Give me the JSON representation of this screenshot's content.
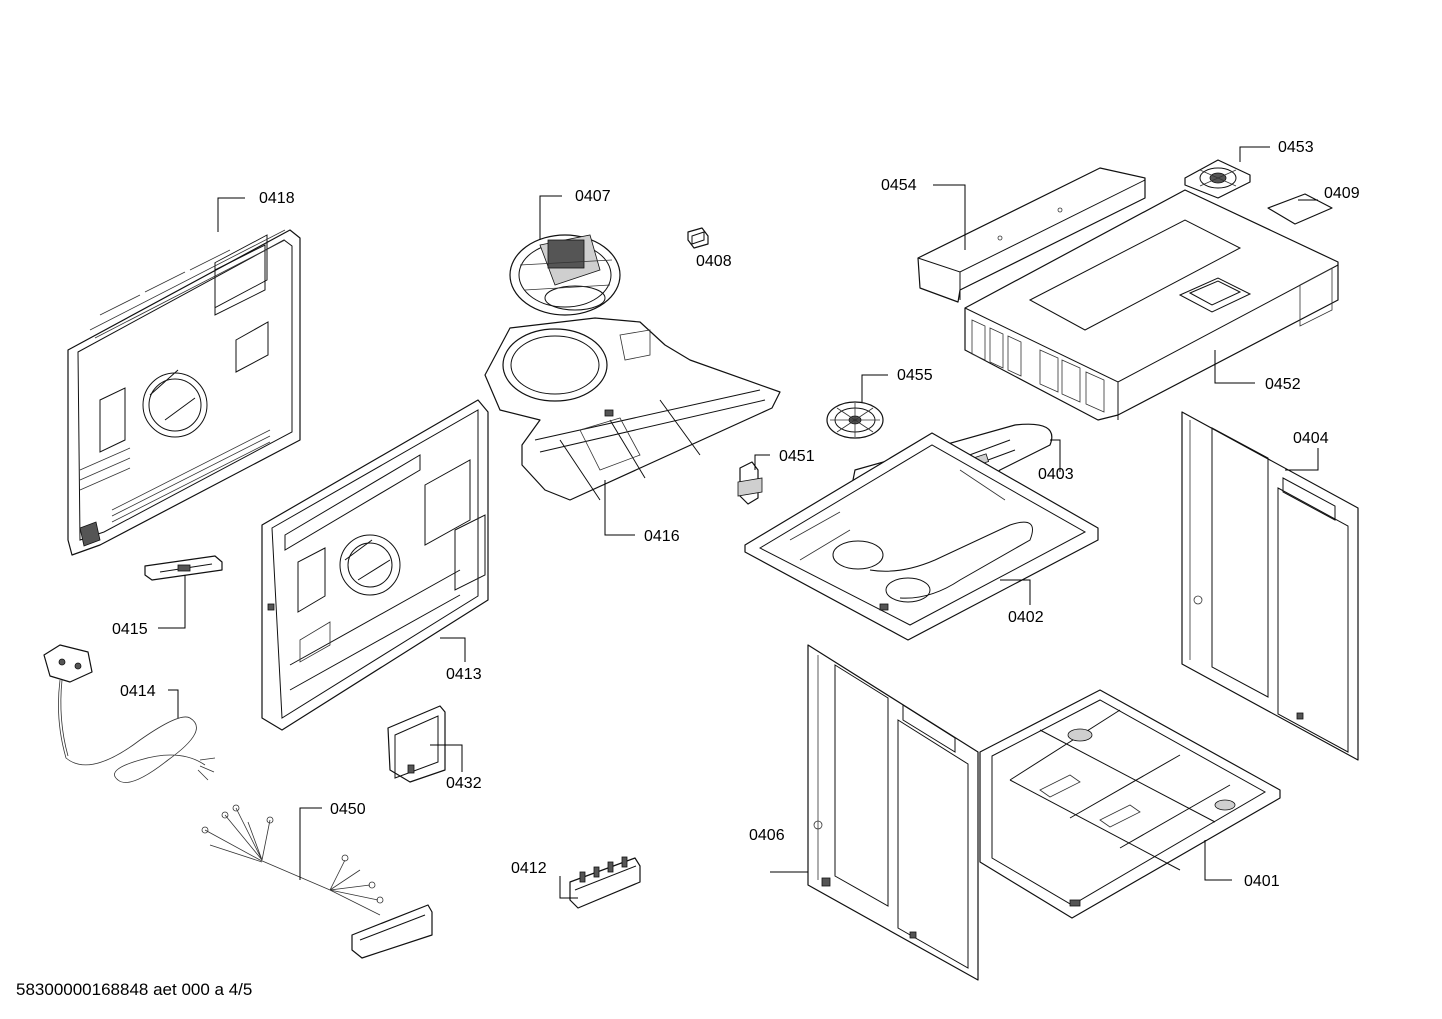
{
  "callouts": {
    "p0418": "0418",
    "p0407": "0407",
    "p0408": "0408",
    "p0454": "0454",
    "p0453": "0453",
    "p0409": "0409",
    "p0455": "0455",
    "p0452": "0452",
    "p0451": "0451",
    "p0403": "0403",
    "p0416": "0416",
    "p0404": "0404",
    "p0415": "0415",
    "p0402": "0402",
    "p0413": "0413",
    "p0414": "0414",
    "p0432": "0432",
    "p0450": "0450",
    "p0406": "0406",
    "p0412": "0412",
    "p0401": "0401"
  },
  "document_id": "58300000168848 aet 000 a 4/5"
}
